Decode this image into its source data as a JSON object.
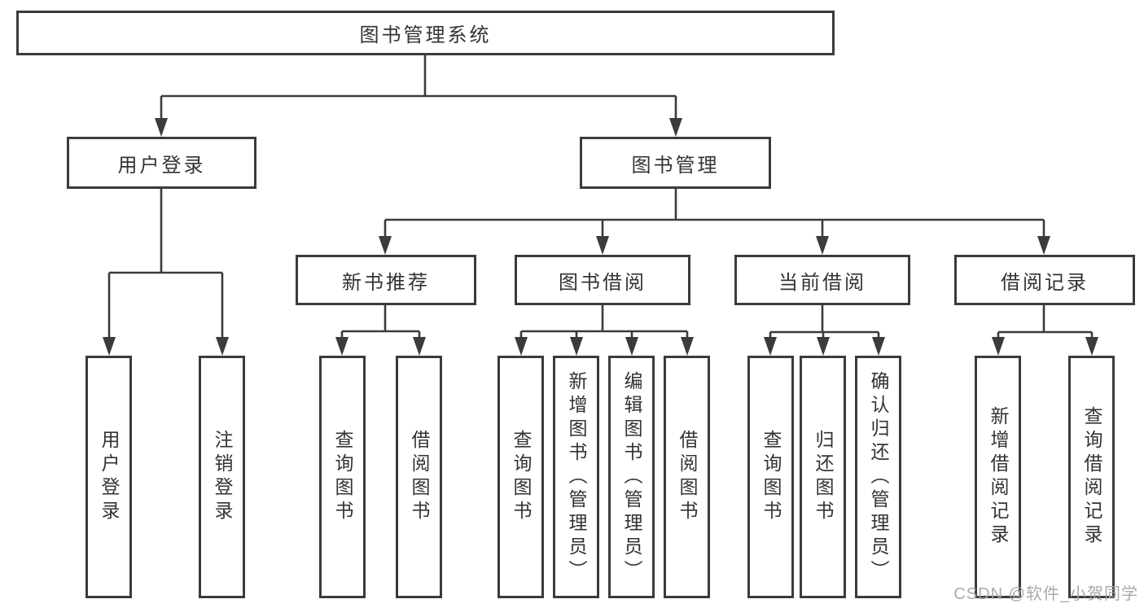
{
  "diagram": {
    "root": {
      "label": "图书管理系统"
    },
    "level2": [
      {
        "label": "用户登录"
      },
      {
        "label": "图书管理"
      }
    ],
    "level3": [
      {
        "label": "新书推荐",
        "parent": "图书管理"
      },
      {
        "label": "图书借阅",
        "parent": "图书管理"
      },
      {
        "label": "当前借阅",
        "parent": "图书管理"
      },
      {
        "label": "借阅记录",
        "parent": "图书管理"
      }
    ],
    "leaves": [
      {
        "label": "用户登录",
        "parent": "用户登录"
      },
      {
        "label": "注销登录",
        "parent": "用户登录"
      },
      {
        "label": "查询图书",
        "parent": "新书推荐"
      },
      {
        "label": "借阅图书",
        "parent": "新书推荐"
      },
      {
        "label": "查询图书",
        "parent": "图书借阅"
      },
      {
        "label": "新增图书（管理员）",
        "parent": "图书借阅"
      },
      {
        "label": "编辑图书（管理员）",
        "parent": "图书借阅"
      },
      {
        "label": "借阅图书",
        "parent": "图书借阅"
      },
      {
        "label": "查询图书",
        "parent": "当前借阅"
      },
      {
        "label": "归还图书",
        "parent": "当前借阅"
      },
      {
        "label": "确认归还（管理员）",
        "parent": "当前借阅"
      },
      {
        "label": "新增借阅记录",
        "parent": "借阅记录"
      },
      {
        "label": "查询借阅记录",
        "parent": "借阅记录"
      }
    ],
    "watermark": "CSDN @软件_小贺同学",
    "colors": {
      "line": "#3b3b3b",
      "text": "#333333",
      "background": "#ffffff",
      "watermark": "#a5a5a5"
    }
  }
}
